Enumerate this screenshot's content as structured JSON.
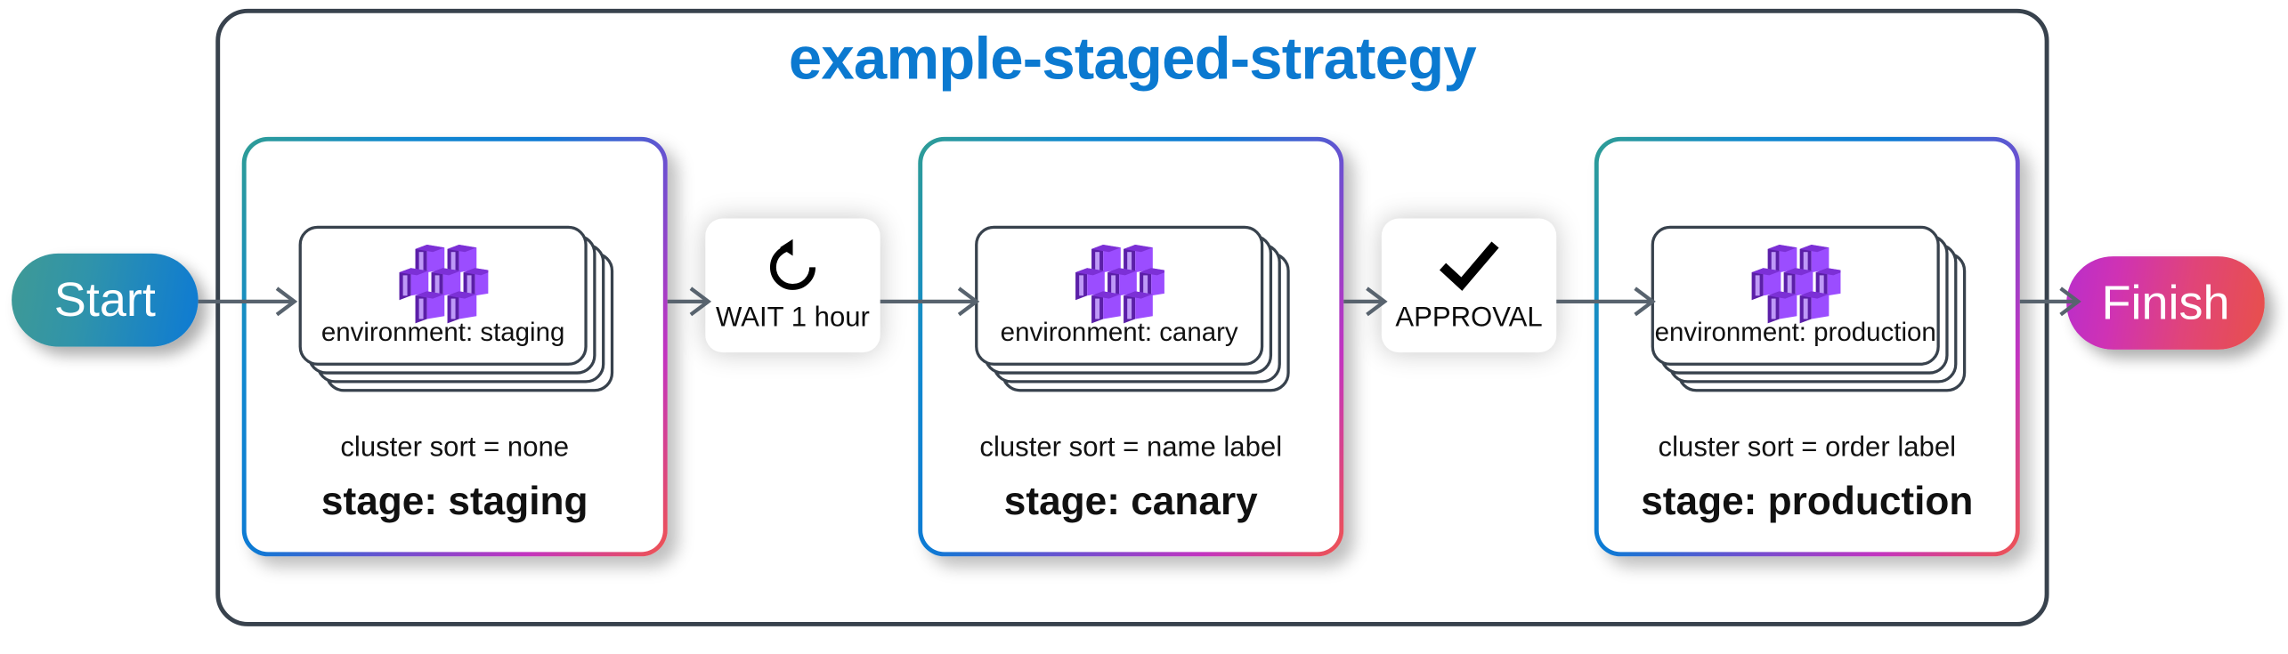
{
  "strategy": {
    "title": "example-staged-strategy",
    "border_color": "#38424d",
    "title_color": "#0b79d0"
  },
  "terminals": {
    "start": {
      "label": "Start",
      "gradient_from": "#3f9a95",
      "gradient_to": "#0d7ad4"
    },
    "finish": {
      "label": "Finish",
      "gradient_from": "#b92ecb",
      "gradient_to": "#e8504a"
    }
  },
  "stages": [
    {
      "environment_label": "environment: staging",
      "cluster_sort": "cluster sort  =  none",
      "stage_label": "stage: staging",
      "cluster_icon": "cluster-icon",
      "card_count": 4
    },
    {
      "environment_label": "environment: canary",
      "cluster_sort": "cluster sort  =  name label",
      "stage_label": "stage: canary",
      "cluster_icon": "cluster-icon",
      "card_count": 4
    },
    {
      "environment_label": "environment: production",
      "cluster_sort": "cluster sort  =  order label",
      "stage_label": "stage: production",
      "cluster_icon": "cluster-icon",
      "card_count": 4
    }
  ],
  "gates": [
    {
      "label": "WAIT 1 hour",
      "icon": "rotate-ccw-icon"
    },
    {
      "label": "APPROVAL",
      "icon": "checkmark-icon"
    }
  ],
  "colors": {
    "stage_border_gradient": [
      "#2f9d94",
      "#0d7ad4",
      "#6f4fd0",
      "#c234c0",
      "#ef5450"
    ],
    "card_stroke": "#38424d",
    "cluster_purple": "#8a3ffc",
    "connector": "#58636e"
  }
}
